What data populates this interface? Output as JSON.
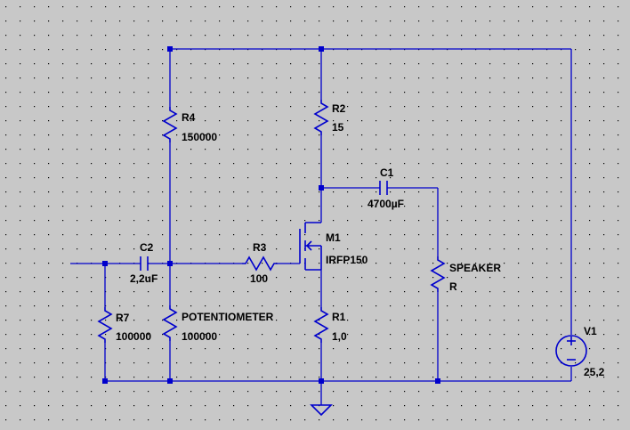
{
  "schematic": {
    "background": "#c8c8c8",
    "wire_color": "#0000cc",
    "components": {
      "R4": {
        "name": "R4",
        "value": "150000"
      },
      "R2": {
        "name": "R2",
        "value": "15"
      },
      "C1": {
        "name": "C1",
        "value": "4700µF"
      },
      "C2": {
        "name": "C2",
        "value": "2,2uF"
      },
      "R3": {
        "name": "R3",
        "value": "100"
      },
      "M1": {
        "name": "M1",
        "value": "IRFP150"
      },
      "SPEAKER": {
        "name": "SPEAKER",
        "value": "R"
      },
      "R7": {
        "name": "R7",
        "value": "100000"
      },
      "POT": {
        "name": "POTENTIOMETER",
        "value": "100000"
      },
      "R1": {
        "name": "R1",
        "value": "1,0"
      },
      "V1": {
        "name": "V1",
        "value": "25,2"
      }
    }
  }
}
